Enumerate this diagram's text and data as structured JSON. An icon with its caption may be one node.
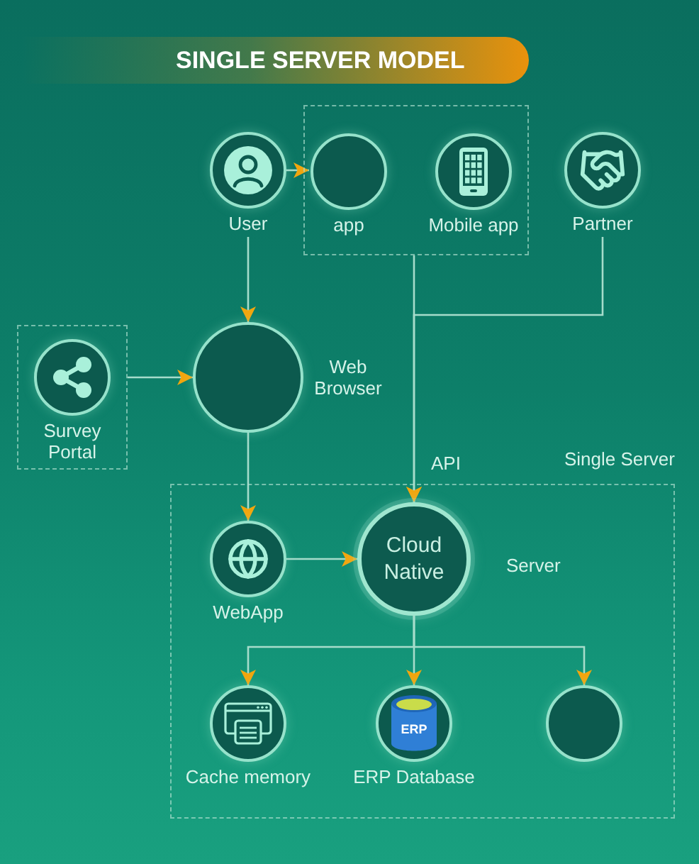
{
  "diagram": {
    "title": "SINGLE SERVER MODEL",
    "nodes": [
      {
        "text": [],
        "shape": "box"
      },
      {
        "text": [
          "User"
        ]
      },
      {
        "text": [
          "app"
        ],
        "in": 0
      },
      {
        "text": [
          "Mobile app"
        ],
        "in": 0
      },
      {
        "text": [
          "Partner"
        ]
      },
      {
        "text": [],
        "shape": "box"
      },
      {
        "text": [
          "Survey Portal"
        ],
        "in": 5
      },
      {
        "text": [
          "Web Browser"
        ]
      },
      {
        "text": [
          "Single Server"
        ]
      },
      {
        "text": [
          "WebApp"
        ],
        "in": 8
      },
      {
        "text": [
          "Cloud Native"
        ],
        "in": 8
      },
      {
        "text": [
          "Cache memory"
        ],
        "in": 8
      },
      {
        "text": [
          "ERP",
          "ERP Database"
        ],
        "in": 8
      },
      {
        "text": [],
        "shape": "circle",
        "in": 8
      }
    ],
    "edges": [
      {
        "from": 1,
        "to": 2,
        "arrow": "to"
      },
      {
        "from": 1,
        "to": 7,
        "arrow": "to"
      },
      {
        "from": 0,
        "to": 10,
        "arrow": "to"
      },
      {
        "from": 4,
        "to": 10,
        "arrow": "to"
      },
      {
        "from": 5,
        "to": 7,
        "arrow": "to"
      },
      {
        "from": 7,
        "to": 9,
        "arrow": "to"
      },
      {
        "from": 9,
        "to": 10,
        "arrow": "to"
      },
      {
        "from": 10,
        "to": 11,
        "arrow": "to"
      },
      {
        "from": 10,
        "to": 12,
        "arrow": "to"
      },
      {
        "from": 10,
        "to": 13,
        "arrow": "to"
      }
    ],
    "labels": [
      "API",
      "Server"
    ]
  }
}
